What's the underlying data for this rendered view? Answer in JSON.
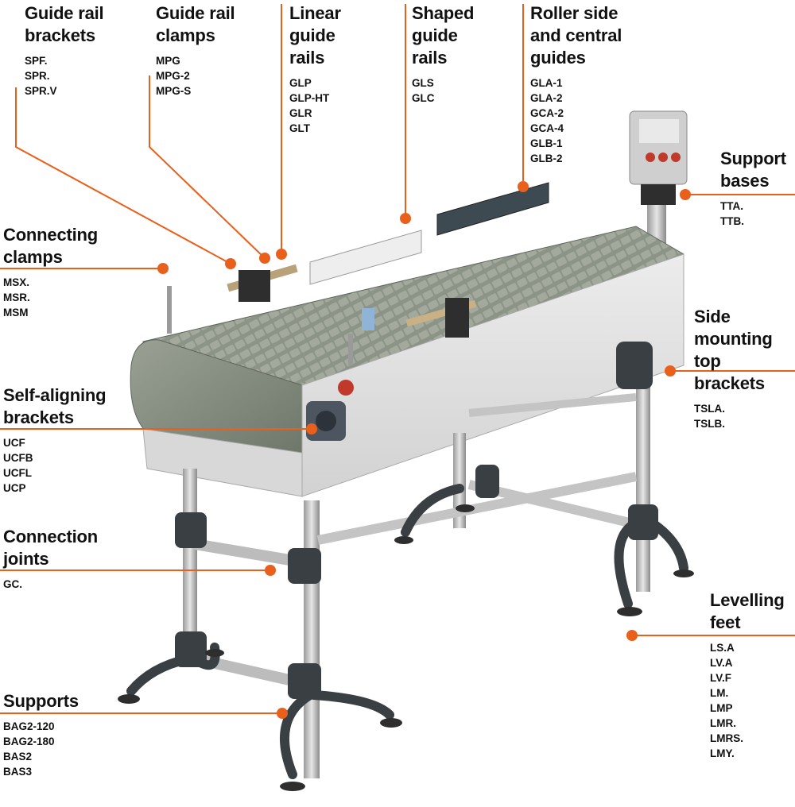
{
  "accent_color": "#e8601c",
  "groups": [
    {
      "id": "guide-rail-brackets",
      "title": "Guide rail\nbrackets",
      "codes": [
        "SPF.",
        "SPR.",
        "SPR.V"
      ]
    },
    {
      "id": "guide-rail-clamps",
      "title": "Guide rail\nclamps",
      "codes": [
        "MPG",
        "MPG-2",
        "MPG-S"
      ]
    },
    {
      "id": "linear-guide-rails",
      "title": "Linear\nguide\nrails",
      "codes": [
        "GLP",
        "GLP-HT",
        "GLR",
        "GLT"
      ]
    },
    {
      "id": "shaped-guide-rails",
      "title": "Shaped\nguide\nrails",
      "codes": [
        "GLS",
        "GLC"
      ]
    },
    {
      "id": "roller-guides",
      "title": "Roller side\nand central\nguides",
      "codes": [
        "GLA-1",
        "GLA-2",
        "GCA-2",
        "GCA-4",
        "GLB-1",
        "GLB-2"
      ]
    },
    {
      "id": "support-bases",
      "title": "Support\nbases",
      "codes": [
        "TTA.",
        "TTB."
      ]
    },
    {
      "id": "connecting-clamps",
      "title": "Connecting\nclamps",
      "codes": [
        "MSX.",
        "MSR.",
        "MSM"
      ]
    },
    {
      "id": "side-mounting-top-brackets",
      "title": "Side\nmounting\ntop brackets",
      "codes": [
        "TSLA.",
        "TSLB."
      ]
    },
    {
      "id": "self-aligning-brackets",
      "title": "Self-aligning\nbrackets",
      "codes": [
        "UCF",
        "UCFB",
        "UCFL",
        "UCP"
      ]
    },
    {
      "id": "connection-joints",
      "title": "Connection\njoints",
      "codes": [
        "GC."
      ]
    },
    {
      "id": "levelling-feet",
      "title": "Levelling\nfeet",
      "codes": [
        "LS.A",
        "LV.A",
        "LV.F",
        "LM.",
        "LMP",
        "LMR.",
        "LMRS.",
        "LMY."
      ]
    },
    {
      "id": "supports",
      "title": "Supports",
      "codes": [
        "BAG2-120",
        "BAG2-180",
        "BAS2",
        "BAS3"
      ]
    }
  ]
}
